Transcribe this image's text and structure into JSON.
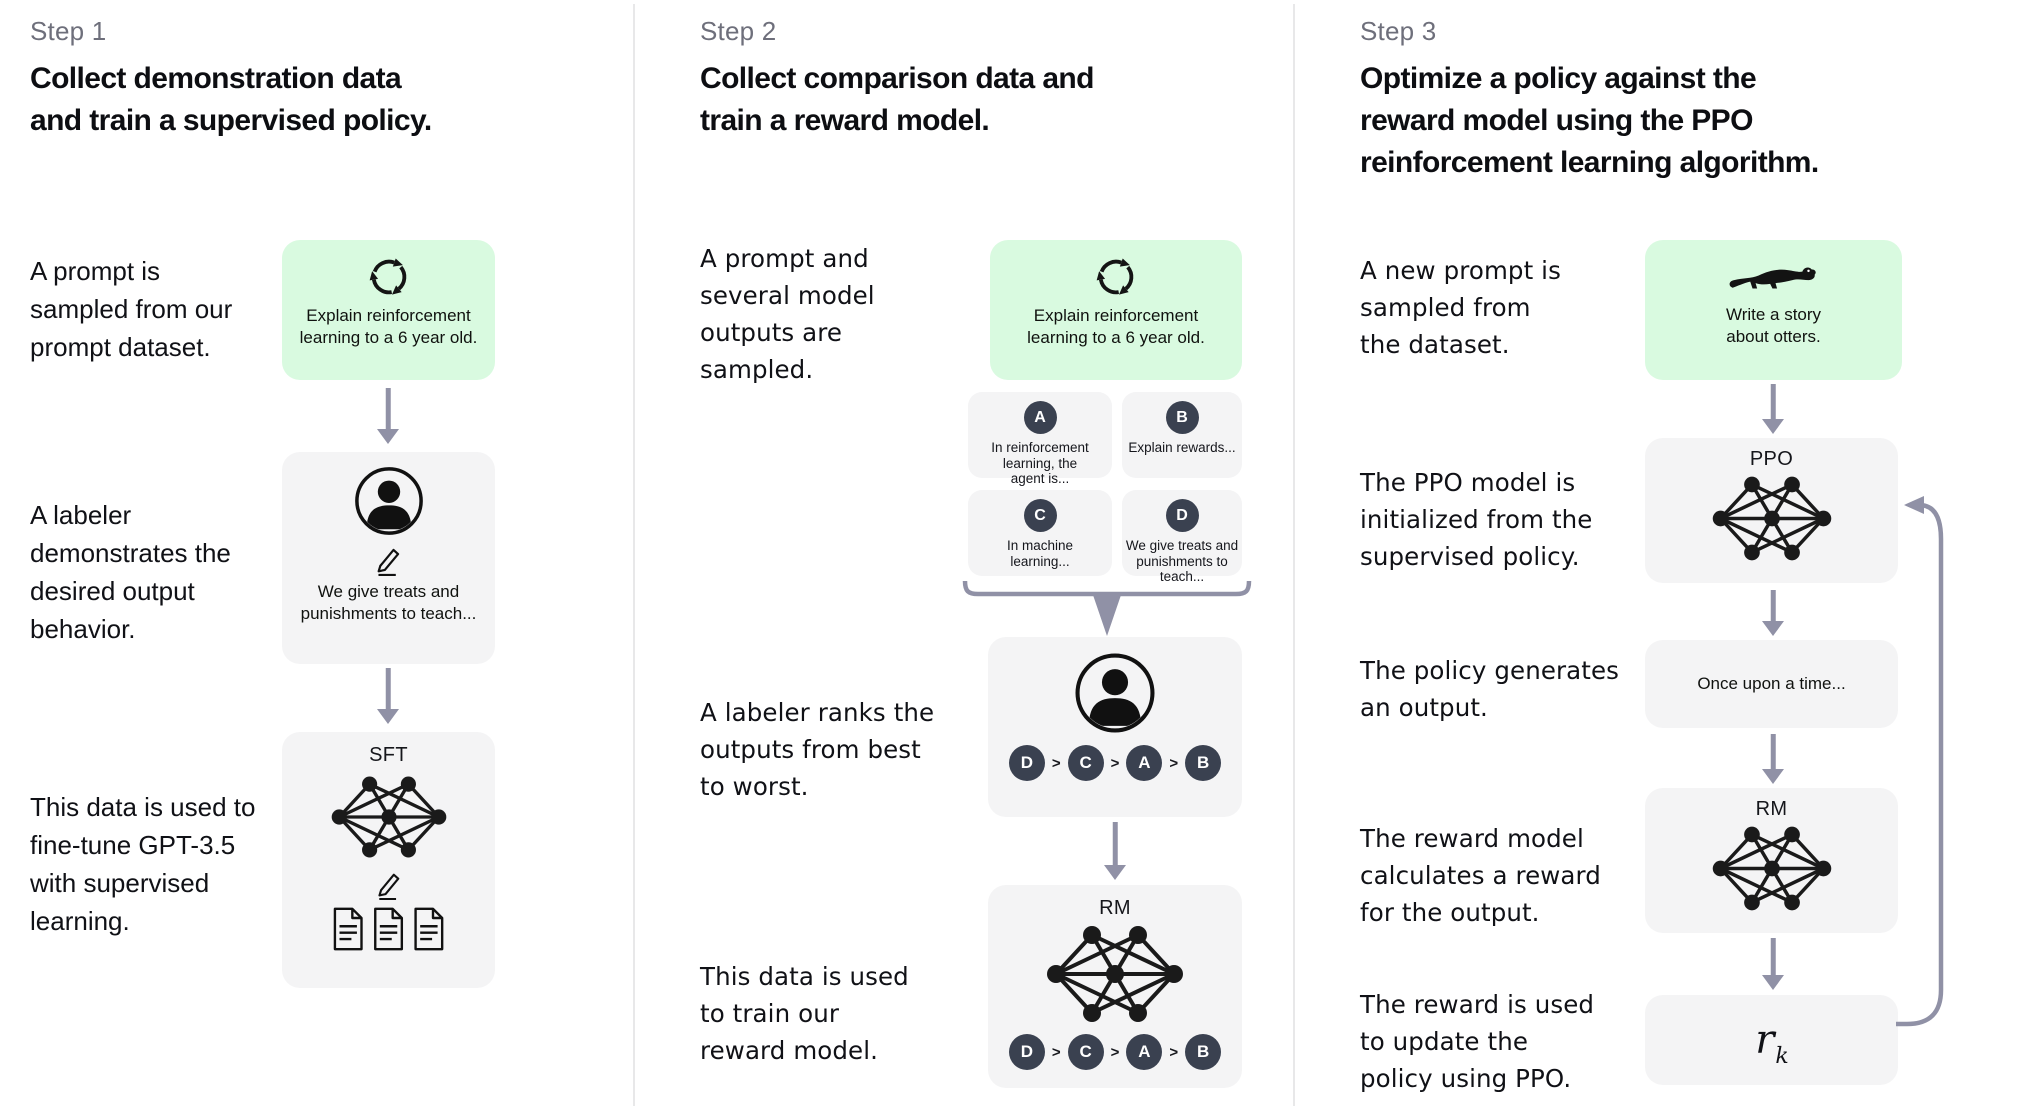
{
  "colors": {
    "background": "#ffffff",
    "prompt_box_green": "#d9fae0",
    "model_box_gray": "#f4f4f5",
    "rank_circle": "#3a4150",
    "arrow": "#9091a6",
    "divider": "#e8e8e9",
    "heading_text": "#0d0e12",
    "body_text": "#101116",
    "step_label_text": "#6e6f7b"
  },
  "step1": {
    "label": "Step 1",
    "title": "Collect demonstration data\nand train a supervised policy.",
    "caption_prompt": "A prompt is\nsampled from our\nprompt dataset.",
    "caption_labeler": "A labeler\ndemonstrates the\ndesired output\nbehavior.",
    "caption_finetune": "This data is used to\nfine-tune GPT-3.5\nwith supervised\nlearning.",
    "prompt_box": {
      "icon": "cycle-icon",
      "text": "Explain reinforcement\nlearning to a 6 year old."
    },
    "labeler_box": {
      "icons": [
        "person-icon",
        "pencil-icon"
      ],
      "text": "We give treats and\npunishments to teach..."
    },
    "sft_box": {
      "label": "SFT",
      "icons": [
        "neural-network-icon",
        "pencil-icon",
        "documents-icon"
      ]
    }
  },
  "step2": {
    "label": "Step 2",
    "title": "Collect comparison data and\ntrain a reward model.",
    "caption_prompt": "A prompt and\nseveral model\noutputs are\nsampled.",
    "caption_rank": "A labeler ranks the\noutputs from best\nto worst.",
    "caption_train": "This data is used\nto train our\nreward model.",
    "prompt_box": {
      "icon": "cycle-icon",
      "text": "Explain reinforcement\nlearning to a 6 year old."
    },
    "outputs": [
      {
        "letter": "A",
        "text": "In reinforcement\nlearning, the\nagent is..."
      },
      {
        "letter": "B",
        "text": "Explain rewards..."
      },
      {
        "letter": "C",
        "text": "In machine\nlearning..."
      },
      {
        "letter": "D",
        "text": "We give treats and\npunishments to\nteach..."
      }
    ],
    "ranking": {
      "separator": ">",
      "order": [
        "D",
        "C",
        "A",
        "B"
      ]
    },
    "rm_box": {
      "label": "RM",
      "icon": "neural-network-icon"
    }
  },
  "step3": {
    "label": "Step 3",
    "title": "Optimize a policy against the\nreward model using the PPO\nreinforcement learning algorithm.",
    "caption_prompt": "A new prompt is\nsampled from\nthe dataset.",
    "caption_init": "The PPO model is\ninitialized from the\nsupervised policy.",
    "caption_output": "The policy generates\nan output.",
    "caption_reward": "The reward model\ncalculates a reward\nfor the output.",
    "caption_update": "The reward is used\nto update the\npolicy using PPO.",
    "prompt_box": {
      "icon": "otter-icon",
      "text": "Write a story\nabout otters."
    },
    "ppo_box": {
      "label": "PPO",
      "icon": "neural-network-icon"
    },
    "output_box": {
      "text": "Once upon a time..."
    },
    "rm_box": {
      "label": "RM",
      "icon": "neural-network-icon"
    },
    "reward_box": {
      "label_base": "r",
      "label_sub": "k"
    }
  }
}
